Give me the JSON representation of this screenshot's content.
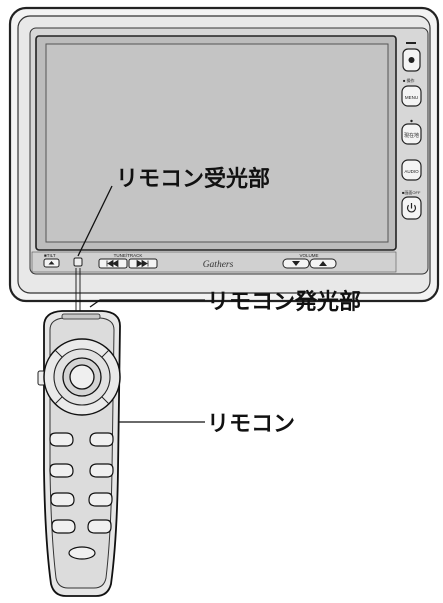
{
  "callouts": {
    "receiver": "リモコン受光部",
    "emitter": "リモコン発光部",
    "remote": "リモコン"
  },
  "head_unit": {
    "brand": "Gathers",
    "labels": {
      "tilt": "■TILT",
      "tune_track": "TUNE/TRACK",
      "volume": "VOLUME",
      "menu_small": "■ 操作",
      "menu": "MENU",
      "genzaichi": "現在地",
      "audio": "AUDIO",
      "power_small": "■画面OFF"
    }
  }
}
